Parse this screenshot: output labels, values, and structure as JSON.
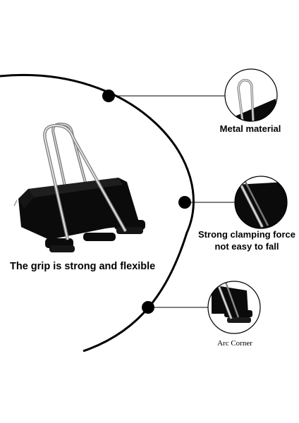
{
  "features": {
    "metal": {
      "label": "Metal material"
    },
    "clamp": {
      "line1": "Strong clamping force",
      "line2": "not easy to fall"
    },
    "grip": {
      "label": "The grip is strong and flexible"
    },
    "arc": {
      "label": "Arc Corner"
    }
  },
  "colors": {
    "ink": "#000000",
    "clip": "#0b0b0b",
    "wire": "#c8c8c8",
    "background": "#ffffff"
  },
  "icons": [
    "binder-clip-image",
    "metal-wire-closeup",
    "clamping-closeup",
    "arc-corner-closeup"
  ]
}
